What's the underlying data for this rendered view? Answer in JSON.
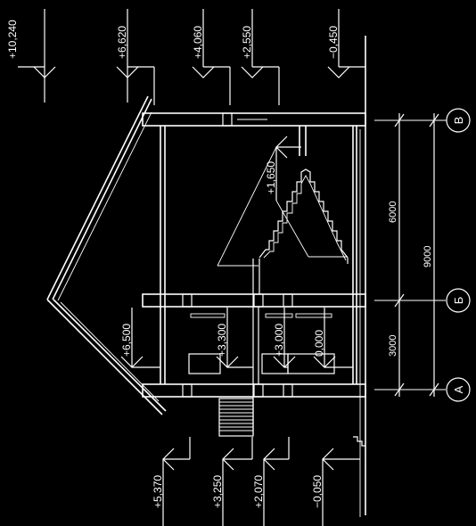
{
  "top_marks": [
    "+10,240",
    "+6,620",
    "+4,060",
    "+2,550",
    "−0,450"
  ],
  "bottom_marks": [
    "+5,370",
    "+3,250",
    "+2,070",
    "−0,050"
  ],
  "interior_marks": [
    "+6,500",
    "+3,300",
    "+3,000",
    "0,000",
    "+1,650"
  ],
  "dimensions": [
    "6000",
    "3000",
    "9000"
  ],
  "axes": [
    "В",
    "Б",
    "А"
  ]
}
